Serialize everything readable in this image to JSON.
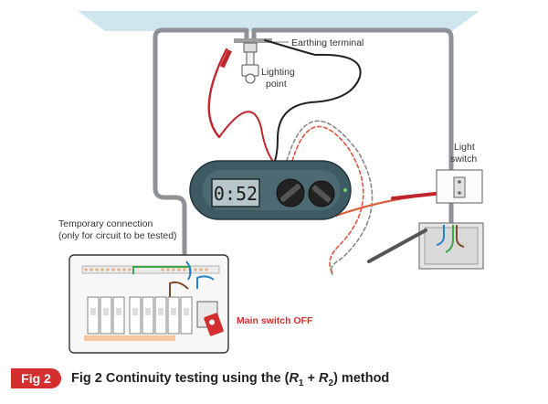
{
  "labels": {
    "earthing_terminal": "Earthing terminal",
    "lighting_point_1": "Lighting",
    "lighting_point_2": "point",
    "light_switch_1": "Light",
    "light_switch_2": "switch",
    "temp_connection_1": "Temporary connection",
    "temp_connection_2": "(only for circuit to be tested)",
    "main_switch": "Main switch OFF"
  },
  "meter": {
    "display": "0:52"
  },
  "caption": {
    "badge": "Fig 2",
    "text_prefix": "Fig 2 Continuity testing using the (",
    "r1": "R",
    "r1_sub": "1",
    "plus": " + ",
    "r2": "R",
    "r2_sub": "2",
    "text_suffix": ") method"
  },
  "colors": {
    "accent_red": "#d32f2f",
    "ceiling": "#cfe6ee",
    "cable_grey": "#8e9297",
    "meter_body": "#3e5a63",
    "display_bg": "#b7c7c9",
    "lead_red": "#c0262c",
    "lead_black": "#222222"
  }
}
